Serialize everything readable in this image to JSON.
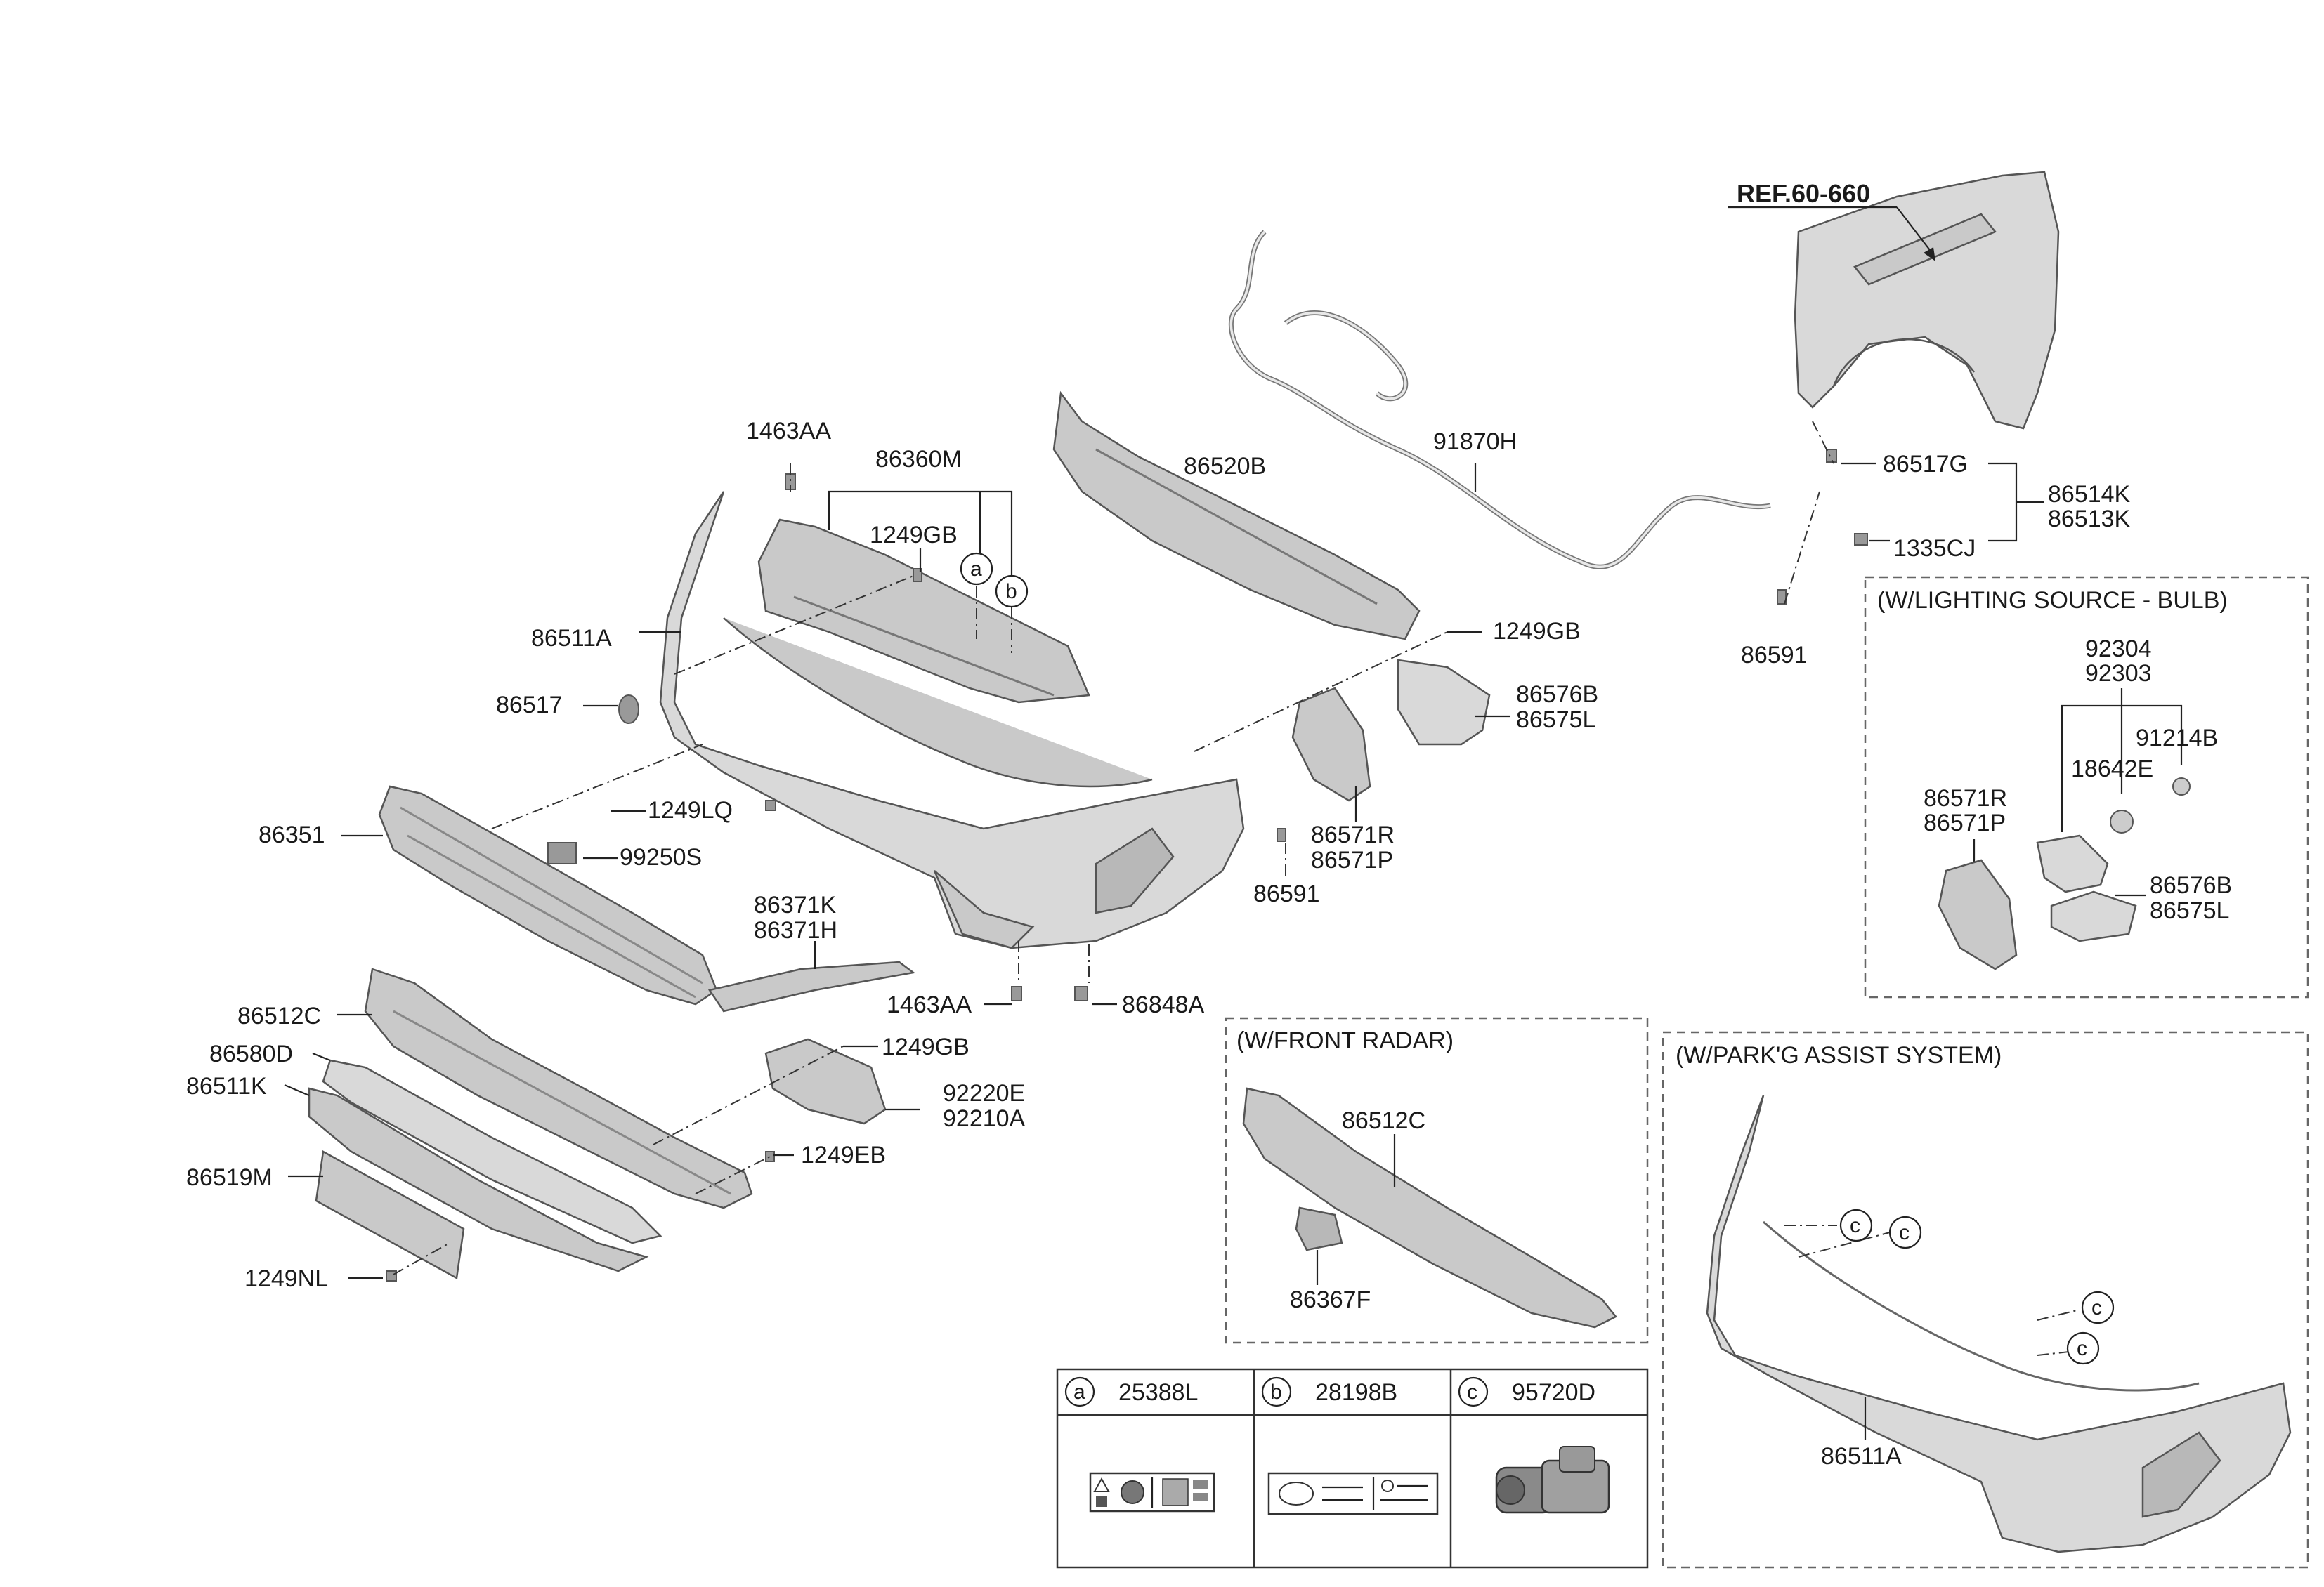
{
  "labels": {
    "ref_60_660": "REF.60-660",
    "p1463AA_top": "1463AA",
    "p86360M": "86360M",
    "p1249GB_top": "1249GB",
    "p86520B": "86520B",
    "p91870H": "91870H",
    "p86517G": "86517G",
    "p86514K": "86514K",
    "p86513K": "86513K",
    "p1335CJ": "1335CJ",
    "p86591_right": "86591",
    "p86511A": "86511A",
    "p1249GB_mid": "1249GB",
    "p86517": "86517",
    "p86576B": "86576B",
    "p86575L": "86575L",
    "p86351": "86351",
    "p1249LQ": "1249LQ",
    "p99250S": "99250S",
    "p86571R": "86571R",
    "p86571P": "86571P",
    "p86591_mid": "86591",
    "p86371K": "86371K",
    "p86371H": "86371H",
    "p86512C": "86512C",
    "p1463AA_bottom": "1463AA",
    "p86848A": "86848A",
    "p86580D": "86580D",
    "p1249GB_low": "1249GB",
    "p86511K": "86511K",
    "p92220E": "92220E",
    "p92210A": "92210A",
    "p1249EB": "1249EB",
    "p86519M": "86519M",
    "p1249NL": "1249NL"
  },
  "callouts": {
    "a": "a",
    "b": "b",
    "c": "c"
  },
  "lighting_box": {
    "title": "(W/LIGHTING SOURCE - BULB)",
    "p92304": "92304",
    "p92303": "92303",
    "p91214B": "91214B",
    "p18642E": "18642E",
    "p86571R": "86571R",
    "p86571P": "86571P",
    "p86576B": "86576B",
    "p86575L": "86575L"
  },
  "radar_box": {
    "title": "(W/FRONT RADAR)",
    "p86512C": "86512C",
    "p86367F": "86367F"
  },
  "park_box": {
    "title": "(W/PARK'G ASSIST SYSTEM)",
    "p86511A": "86511A"
  },
  "legend": {
    "a_letter": "a",
    "a_part": "25388L",
    "b_letter": "b",
    "b_part": "28198B",
    "c_letter": "c",
    "c_part": "95720D"
  }
}
